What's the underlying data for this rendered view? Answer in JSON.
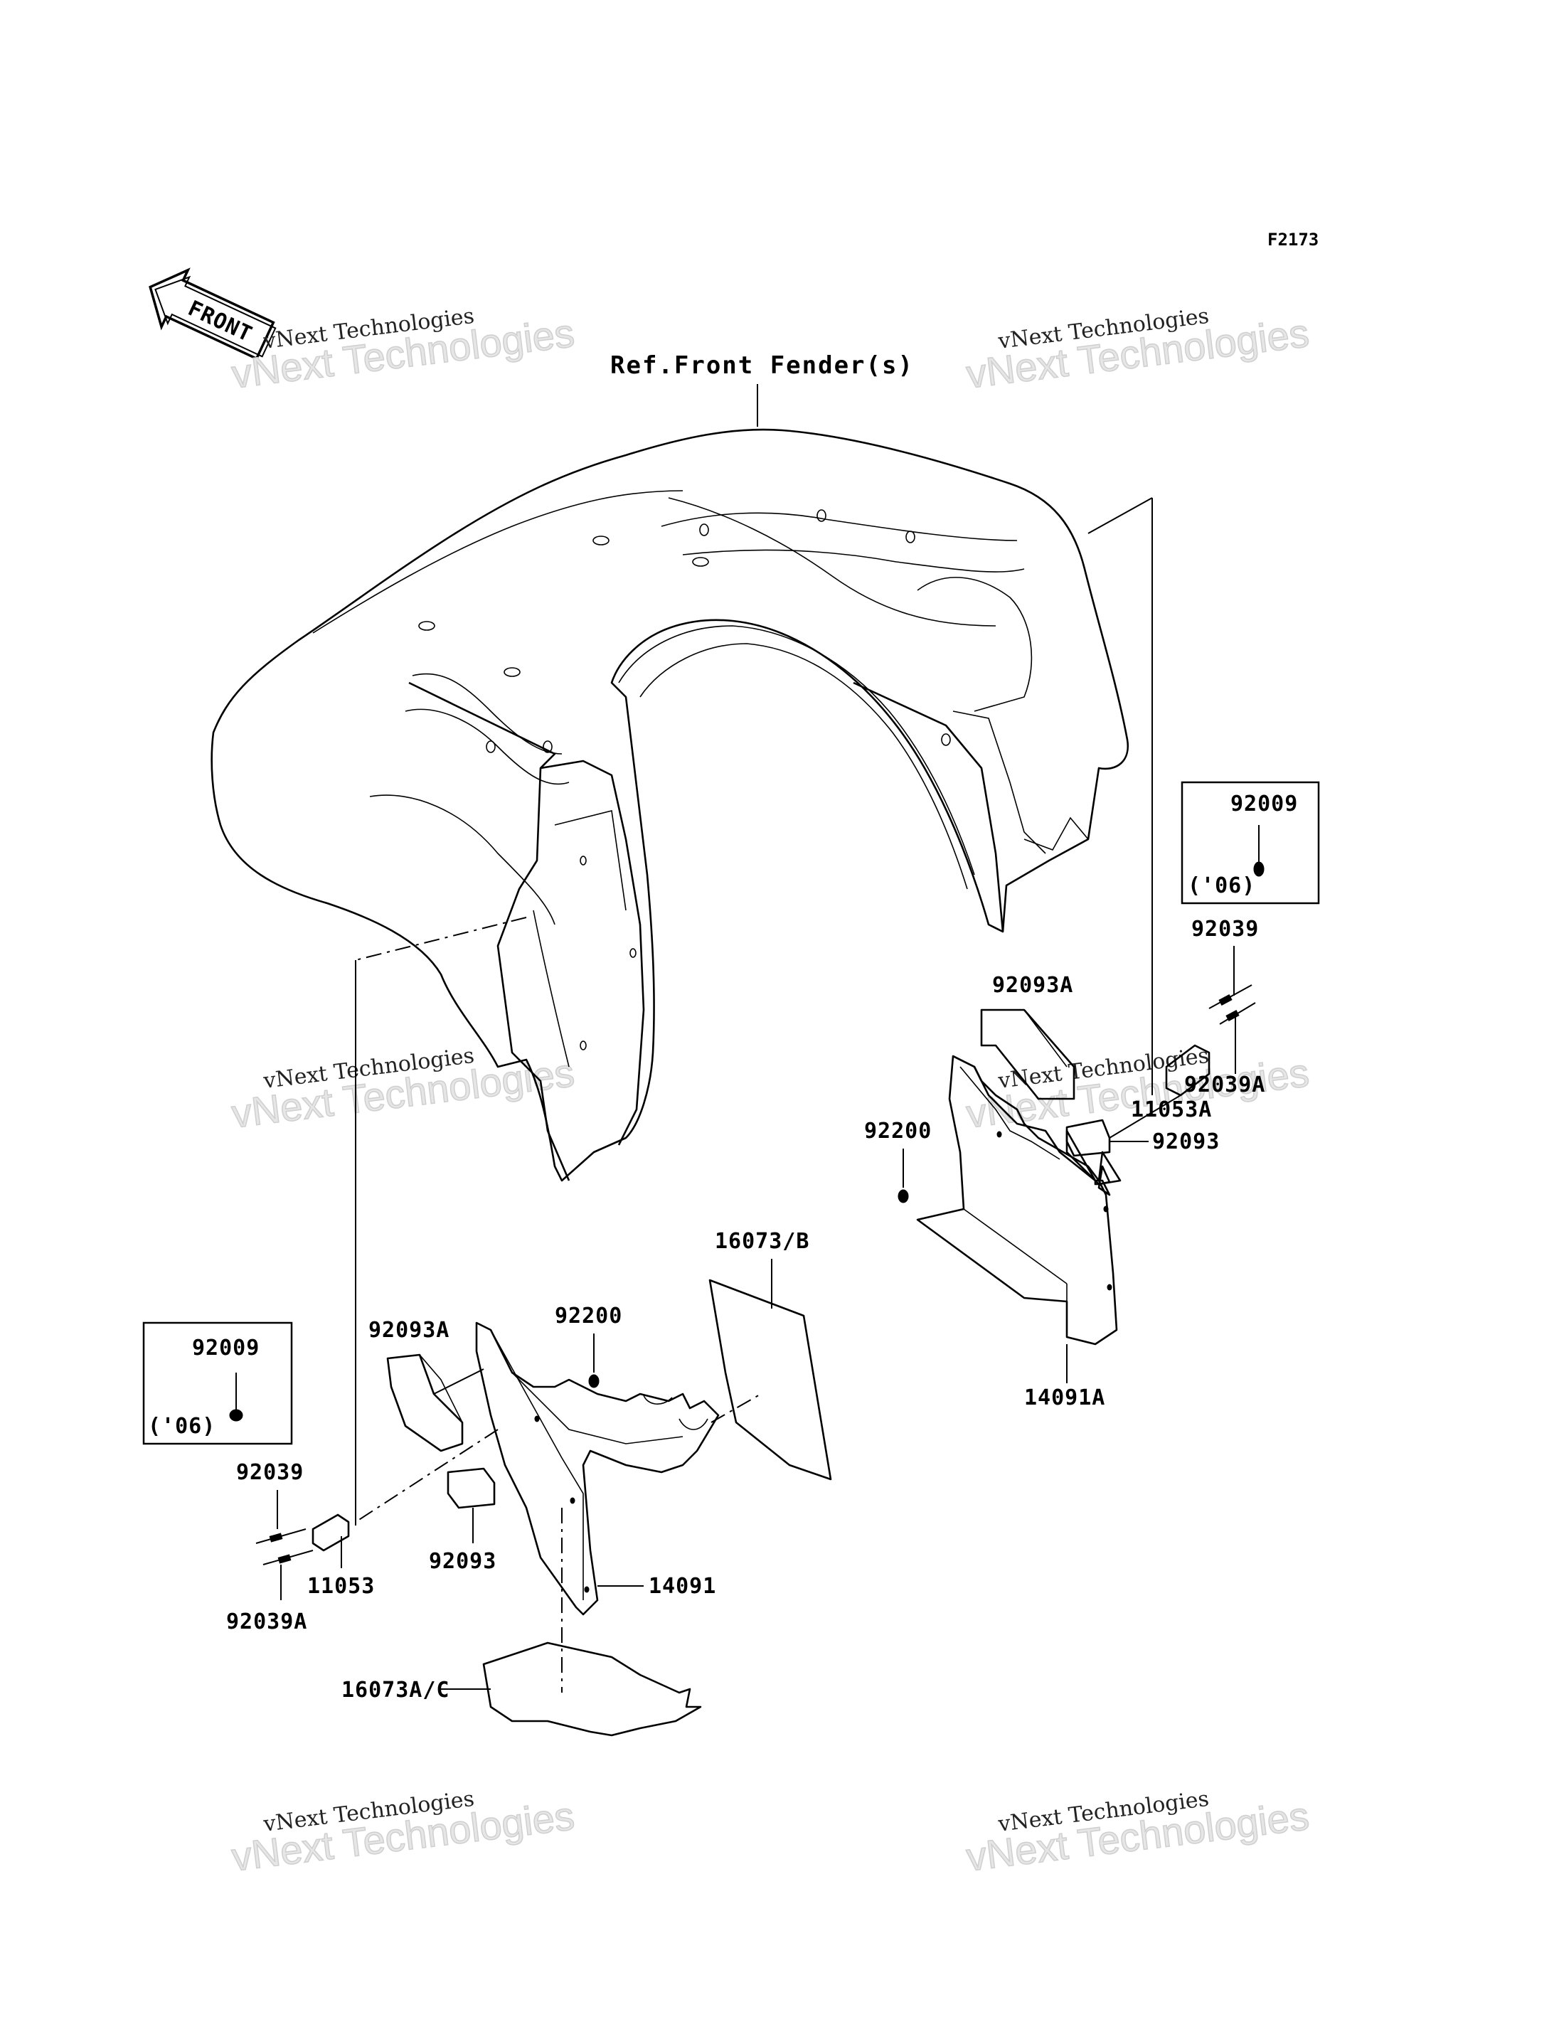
{
  "diagram_code": "F2173",
  "front_arrow": {
    "label": "FRONT",
    "icon": "front-direction-arrow-icon"
  },
  "reference_label": "Ref.Front Fender(s)",
  "watermarks": [
    {
      "line1": "vNext Technologies",
      "line2": "vNext Technologies"
    },
    {
      "line1": "vNext Technologies",
      "line2": "vNext Technologies"
    },
    {
      "line1": "vNext Technologies",
      "line2": "vNext Technologies"
    },
    {
      "line1": "vNext Technologies",
      "line2": "vNext Technologies"
    },
    {
      "line1": "vNext Technologies",
      "line2": "vNext Technologies"
    },
    {
      "line1": "vNext Technologies",
      "line2": "vNext Technologies"
    }
  ],
  "right_assembly": {
    "inset": {
      "part": "92009",
      "note": "('06)"
    },
    "labels": [
      "92039",
      "92093A",
      "92039A",
      "11053A",
      "92200",
      "92093",
      "14091A"
    ]
  },
  "left_assembly": {
    "inset": {
      "part": "92009",
      "note": "('06)"
    },
    "labels": [
      "16073/B",
      "92093A",
      "92200",
      "92039",
      "11053",
      "92093",
      "14091",
      "92039A",
      "16073A/C"
    ]
  }
}
